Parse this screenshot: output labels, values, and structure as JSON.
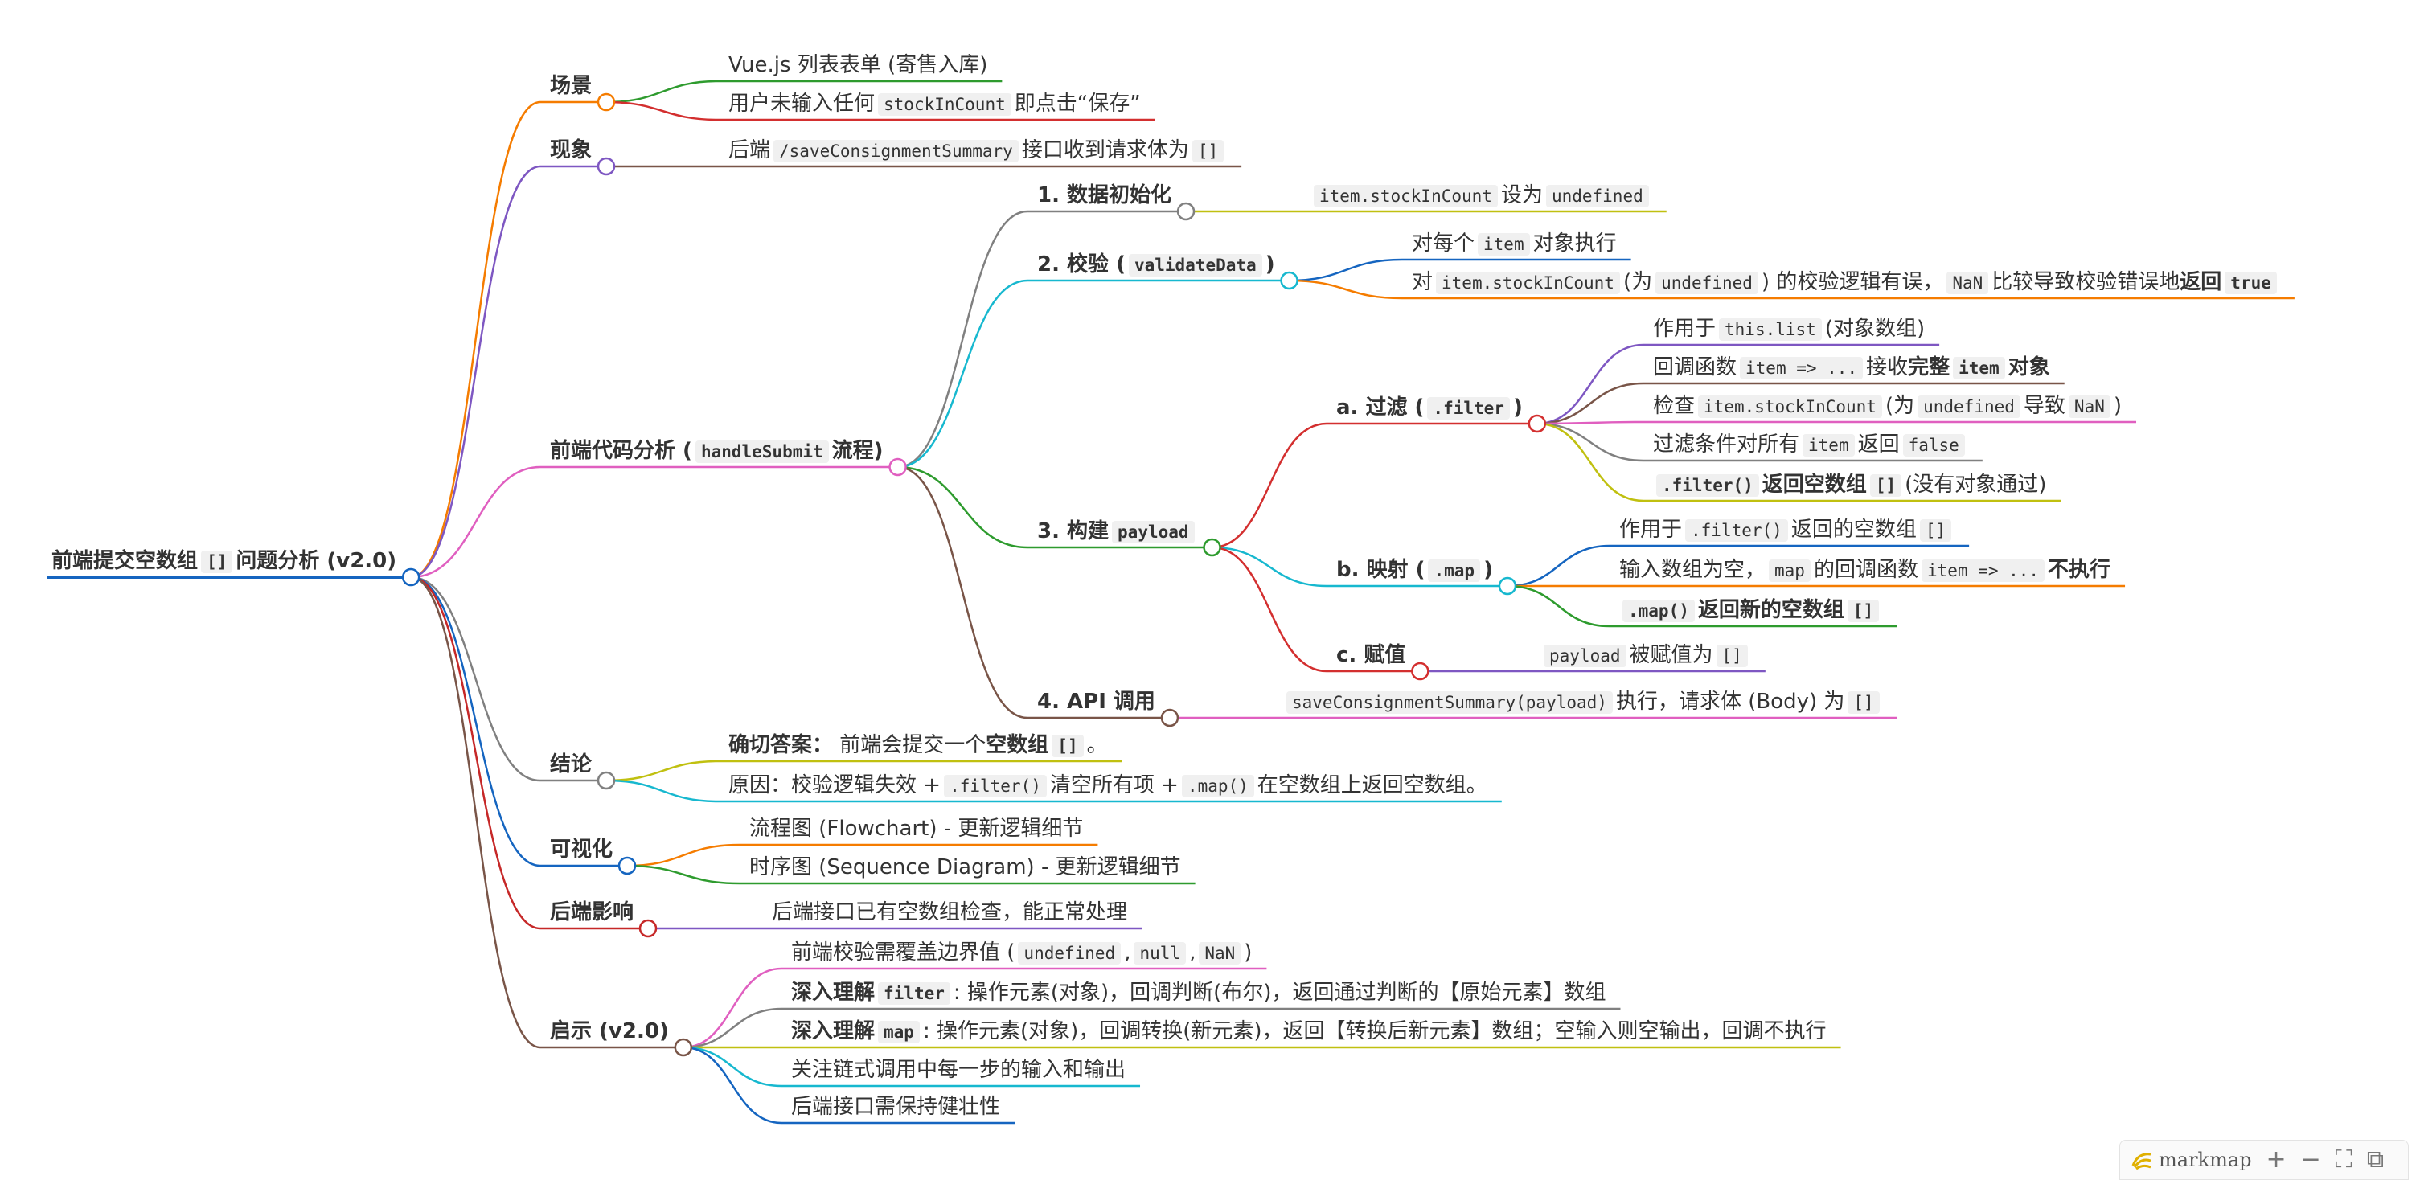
{
  "colors": {
    "root": "#1565c0",
    "scene": "#f57c00",
    "phenomenon": "#7e57c2",
    "analysis": "#e05fc0",
    "conclusion": "#808080",
    "visual": "#1565c0",
    "backend": "#c62828",
    "insight": "#795548",
    "green": "#2e9b2e",
    "red": "#d32f2f",
    "orange": "#f57c00",
    "cyan": "#17b8cf",
    "olive": "#c0c010",
    "pink": "#e05fc0",
    "purple": "#7e57c2",
    "gray": "#808080",
    "blue": "#1565c0",
    "brown": "#795548"
  },
  "toolbar": {
    "brand": "markmap",
    "zoom_in": "+",
    "zoom_out": "−",
    "fit": "⛶",
    "toggle": "⧉"
  },
  "mindmap": {
    "root": {
      "id": "root",
      "label": [
        {
          "t": "前端提交空数组"
        },
        {
          "c": "[]"
        },
        {
          "t": "问题分析 (v2.0)"
        }
      ],
      "children": [
        {
          "id": "scene",
          "label": [
            {
              "t": "场景"
            }
          ],
          "children": [
            {
              "id": "scene-1",
              "label": [
                {
                  "t": "Vue.js 列表表单 (寄售入库)"
                }
              ]
            },
            {
              "id": "scene-2",
              "label": [
                {
                  "t": "用户未输入任何"
                },
                {
                  "c": "stockInCount"
                },
                {
                  "t": "即点击“保存”"
                }
              ]
            }
          ]
        },
        {
          "id": "phenomenon",
          "label": [
            {
              "t": "现象"
            }
          ],
          "children": [
            {
              "id": "phenomenon-1",
              "label": [
                {
                  "t": "后端"
                },
                {
                  "c": "/saveConsignmentSummary"
                },
                {
                  "t": "接口收到请求体为"
                },
                {
                  "c": "[]"
                }
              ]
            }
          ]
        },
        {
          "id": "analysis",
          "label": [
            {
              "t": "前端代码分析 ("
            },
            {
              "c": "handleSubmit"
            },
            {
              "t": "流程)"
            }
          ],
          "children": [
            {
              "id": "init",
              "label": [
                {
                  "t": "1. 数据初始化"
                }
              ],
              "children": [
                {
                  "id": "init-1",
                  "label": [
                    {
                      "c": "item.stockInCount"
                    },
                    {
                      "t": "设为"
                    },
                    {
                      "c": "undefined"
                    }
                  ]
                }
              ]
            },
            {
              "id": "validate",
              "label": [
                {
                  "t": "2. 校验 ("
                },
                {
                  "c": "validateData"
                },
                {
                  "t": ")"
                }
              ],
              "children": [
                {
                  "id": "validate-1",
                  "label": [
                    {
                      "t": "对每个"
                    },
                    {
                      "c": "item"
                    },
                    {
                      "t": "对象执行"
                    }
                  ]
                },
                {
                  "id": "validate-2",
                  "label": [
                    {
                      "t": "对"
                    },
                    {
                      "c": "item.stockInCount"
                    },
                    {
                      "t": "(为"
                    },
                    {
                      "c": "undefined"
                    },
                    {
                      "t": ") 的校验逻辑有误，"
                    },
                    {
                      "c": "NaN"
                    },
                    {
                      "t": "比较导致校验错误地"
                    },
                    {
                      "s": "返回"
                    },
                    {
                      "cs": "true"
                    }
                  ]
                }
              ]
            },
            {
              "id": "payload",
              "label": [
                {
                  "t": "3. 构建"
                },
                {
                  "c": "payload"
                }
              ],
              "children": [
                {
                  "id": "filter",
                  "label": [
                    {
                      "t": "a. 过滤 ("
                    },
                    {
                      "c": ".filter"
                    },
                    {
                      "t": ")"
                    }
                  ],
                  "children": [
                    {
                      "id": "filter-1",
                      "label": [
                        {
                          "t": "作用于"
                        },
                        {
                          "c": "this.list"
                        },
                        {
                          "t": "(对象数组)"
                        }
                      ]
                    },
                    {
                      "id": "filter-2",
                      "label": [
                        {
                          "t": "回调函数"
                        },
                        {
                          "c": "item => ..."
                        },
                        {
                          "t": "接收"
                        },
                        {
                          "s": "完整"
                        },
                        {
                          "cs": "item"
                        },
                        {
                          "s": "对象"
                        }
                      ]
                    },
                    {
                      "id": "filter-3",
                      "label": [
                        {
                          "t": "检查"
                        },
                        {
                          "c": "item.stockInCount"
                        },
                        {
                          "t": "(为"
                        },
                        {
                          "c": "undefined"
                        },
                        {
                          "t": "导致"
                        },
                        {
                          "c": "NaN"
                        },
                        {
                          "t": ")"
                        }
                      ]
                    },
                    {
                      "id": "filter-4",
                      "label": [
                        {
                          "t": "过滤条件对所有"
                        },
                        {
                          "c": "item"
                        },
                        {
                          "t": "返回"
                        },
                        {
                          "c": "false"
                        }
                      ]
                    },
                    {
                      "id": "filter-5",
                      "label": [
                        {
                          "cs": ".filter()"
                        },
                        {
                          "s": "返回空数组"
                        },
                        {
                          "cs": "[]"
                        },
                        {
                          "t": "(没有对象通过)"
                        }
                      ]
                    }
                  ]
                },
                {
                  "id": "map",
                  "label": [
                    {
                      "t": "b. 映射 ("
                    },
                    {
                      "c": ".map"
                    },
                    {
                      "t": ")"
                    }
                  ],
                  "children": [
                    {
                      "id": "map-1",
                      "label": [
                        {
                          "t": "作用于"
                        },
                        {
                          "c": ".filter()"
                        },
                        {
                          "t": "返回的空数组"
                        },
                        {
                          "c": "[]"
                        }
                      ]
                    },
                    {
                      "id": "map-2",
                      "label": [
                        {
                          "t": "输入数组为空，"
                        },
                        {
                          "c": "map"
                        },
                        {
                          "t": "的回调函数"
                        },
                        {
                          "c": "item => ..."
                        },
                        {
                          "s": "不执行"
                        }
                      ]
                    },
                    {
                      "id": "map-3",
                      "label": [
                        {
                          "cs": ".map()"
                        },
                        {
                          "s": "返回新的空数组"
                        },
                        {
                          "cs": "[]"
                        }
                      ]
                    }
                  ]
                },
                {
                  "id": "assign",
                  "label": [
                    {
                      "t": "c. 赋值"
                    }
                  ],
                  "children": [
                    {
                      "id": "assign-1",
                      "label": [
                        {
                          "c": "payload"
                        },
                        {
                          "t": "被赋值为"
                        },
                        {
                          "c": "[]"
                        }
                      ]
                    }
                  ]
                }
              ]
            },
            {
              "id": "api",
              "label": [
                {
                  "t": "4. API 调用"
                }
              ],
              "children": [
                {
                  "id": "api-1",
                  "label": [
                    {
                      "c": "saveConsignmentSummary(payload)"
                    },
                    {
                      "t": "执行，请求体 (Body) 为"
                    },
                    {
                      "c": "[]"
                    }
                  ]
                }
              ]
            }
          ]
        },
        {
          "id": "conclusion",
          "label": [
            {
              "t": "结论"
            }
          ],
          "children": [
            {
              "id": "conclusion-1",
              "label": [
                {
                  "s": "确切答案："
                },
                {
                  "t": " 前端会提交一个"
                },
                {
                  "s": "空数组"
                },
                {
                  "cs": "[]"
                },
                {
                  "t": "。"
                }
              ]
            },
            {
              "id": "conclusion-2",
              "label": [
                {
                  "t": "原因：校验逻辑失效 +"
                },
                {
                  "c": ".filter()"
                },
                {
                  "t": "清空所有项 +"
                },
                {
                  "c": ".map()"
                },
                {
                  "t": "在空数组上返回空数组。"
                }
              ]
            }
          ]
        },
        {
          "id": "visual",
          "label": [
            {
              "t": "可视化"
            }
          ],
          "children": [
            {
              "id": "visual-1",
              "label": [
                {
                  "t": "流程图 (Flowchart) - 更新逻辑细节"
                }
              ]
            },
            {
              "id": "visual-2",
              "label": [
                {
                  "t": "时序图 (Sequence Diagram) - 更新逻辑细节"
                }
              ]
            }
          ]
        },
        {
          "id": "backend",
          "label": [
            {
              "t": "后端影响"
            }
          ],
          "children": [
            {
              "id": "backend-1",
              "label": [
                {
                  "t": "后端接口已有空数组检查，能正常处理"
                }
              ]
            }
          ]
        },
        {
          "id": "insight",
          "label": [
            {
              "t": "启示 (v2.0)"
            }
          ],
          "children": [
            {
              "id": "insight-1",
              "label": [
                {
                  "t": "前端校验需覆盖边界值 ("
                },
                {
                  "c": "undefined"
                },
                {
                  "t": ","
                },
                {
                  "c": "null"
                },
                {
                  "t": ","
                },
                {
                  "c": "NaN"
                },
                {
                  "t": ")"
                }
              ]
            },
            {
              "id": "insight-2",
              "label": [
                {
                  "s": "深入理解"
                },
                {
                  "cs": "filter"
                },
                {
                  "t": ": 操作元素(对象)，回调判断(布尔)，返回通过判断的【原始元素】数组"
                }
              ]
            },
            {
              "id": "insight-3",
              "label": [
                {
                  "s": "深入理解"
                },
                {
                  "cs": "map"
                },
                {
                  "t": ": 操作元素(对象)，回调转换(新元素)，返回【转换后新元素】数组；空输入则空输出，回调不执行"
                }
              ]
            },
            {
              "id": "insight-4",
              "label": [
                {
                  "t": "关注链式调用中每一步的输入和输出"
                }
              ]
            },
            {
              "id": "insight-5",
              "label": [
                {
                  "t": "后端接口需保持健壮性"
                }
              ]
            }
          ]
        }
      ]
    }
  }
}
